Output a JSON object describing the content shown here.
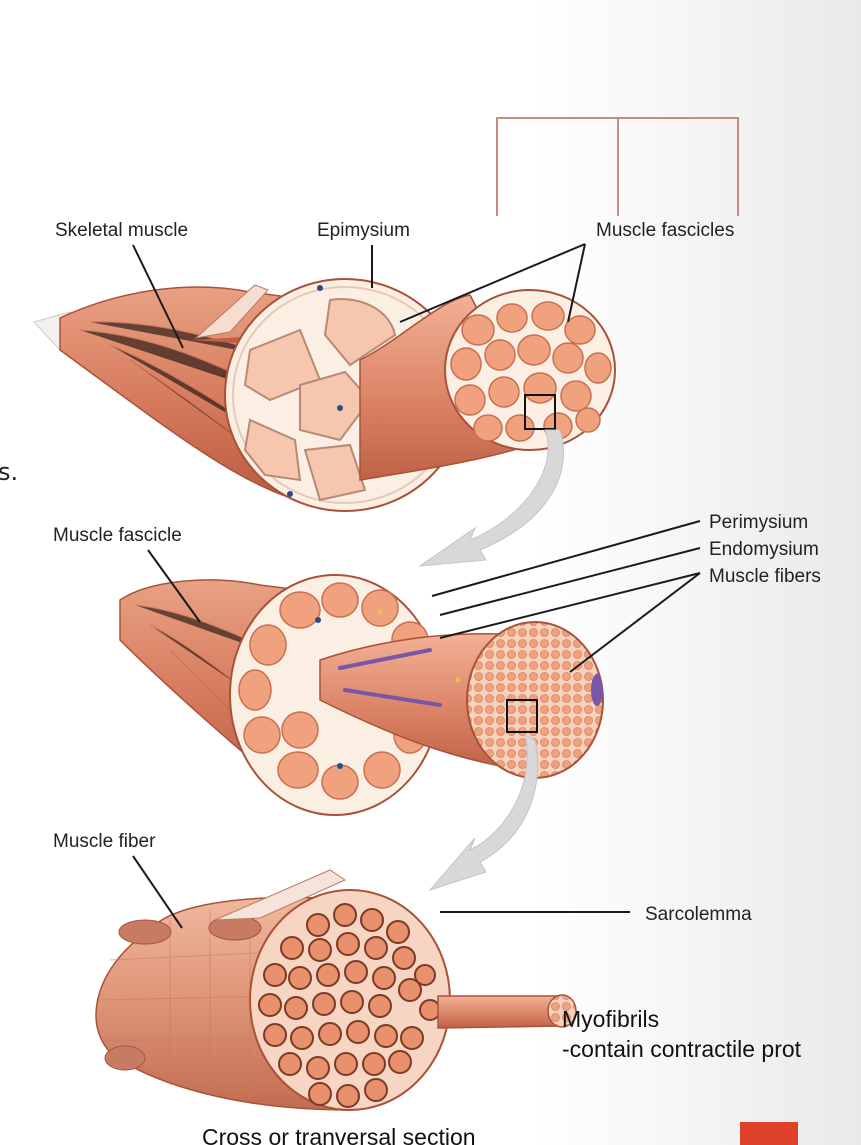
{
  "labels": {
    "skeletal_muscle": "Skeletal muscle",
    "epimysium": "Epimysium",
    "muscle_fascicles": "Muscle fascicles",
    "muscle_fascicle": "Muscle fascicle",
    "perimysium": "Perimysium",
    "endomysium": "Endomysium",
    "muscle_fibers": "Muscle fibers",
    "muscle_fiber": "Muscle fiber",
    "sarcolemma": "Sarcolemma",
    "myofibrils": "Myofibrils",
    "myofibrils_note": "-contain contractile prot",
    "cross_section": "Cross or tranversal section",
    "edge_fragment": "s."
  },
  "colors": {
    "muscle": "#dc8467",
    "muscle_dark": "#b85a41",
    "fiber_fill": "#f0a27e",
    "connective": "#fbeee3",
    "bracket": "#c98a80",
    "arrow": "#d8d8d8",
    "corner_marker": "#e0412b"
  }
}
